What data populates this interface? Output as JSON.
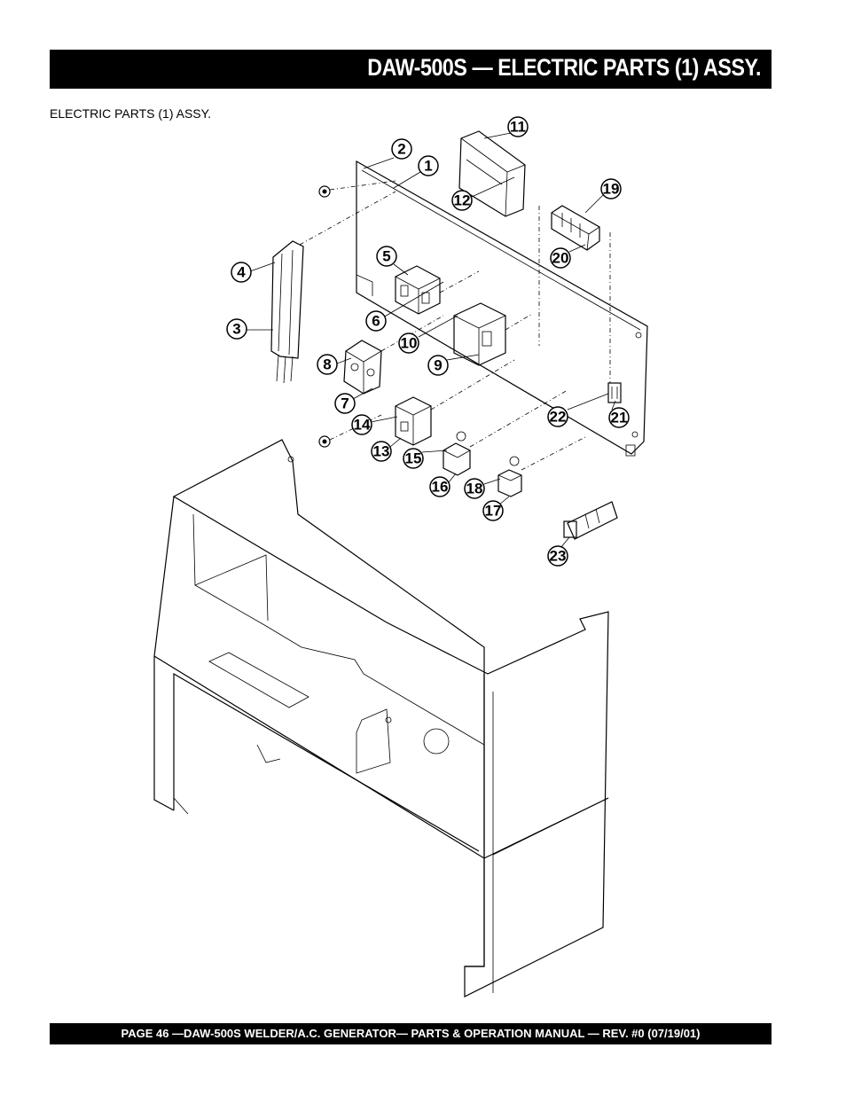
{
  "header": {
    "title": "DAW-500S  — ELECTRIC PARTS (1) ASSY."
  },
  "subtitle": "ELECTRIC  PARTS (1) ASSY.",
  "callouts": [
    "1",
    "2",
    "3",
    "4",
    "5",
    "6",
    "7",
    "8",
    "9",
    "10",
    "11",
    "12",
    "13",
    "14",
    "15",
    "16",
    "17",
    "18",
    "19",
    "20",
    "21",
    "22",
    "23"
  ],
  "footer": {
    "text": "PAGE 46 —DAW-500S  WELDER/A.C. GENERATOR— PARTS & OPERATION MANUAL — REV. #0 (07/19/01)"
  }
}
